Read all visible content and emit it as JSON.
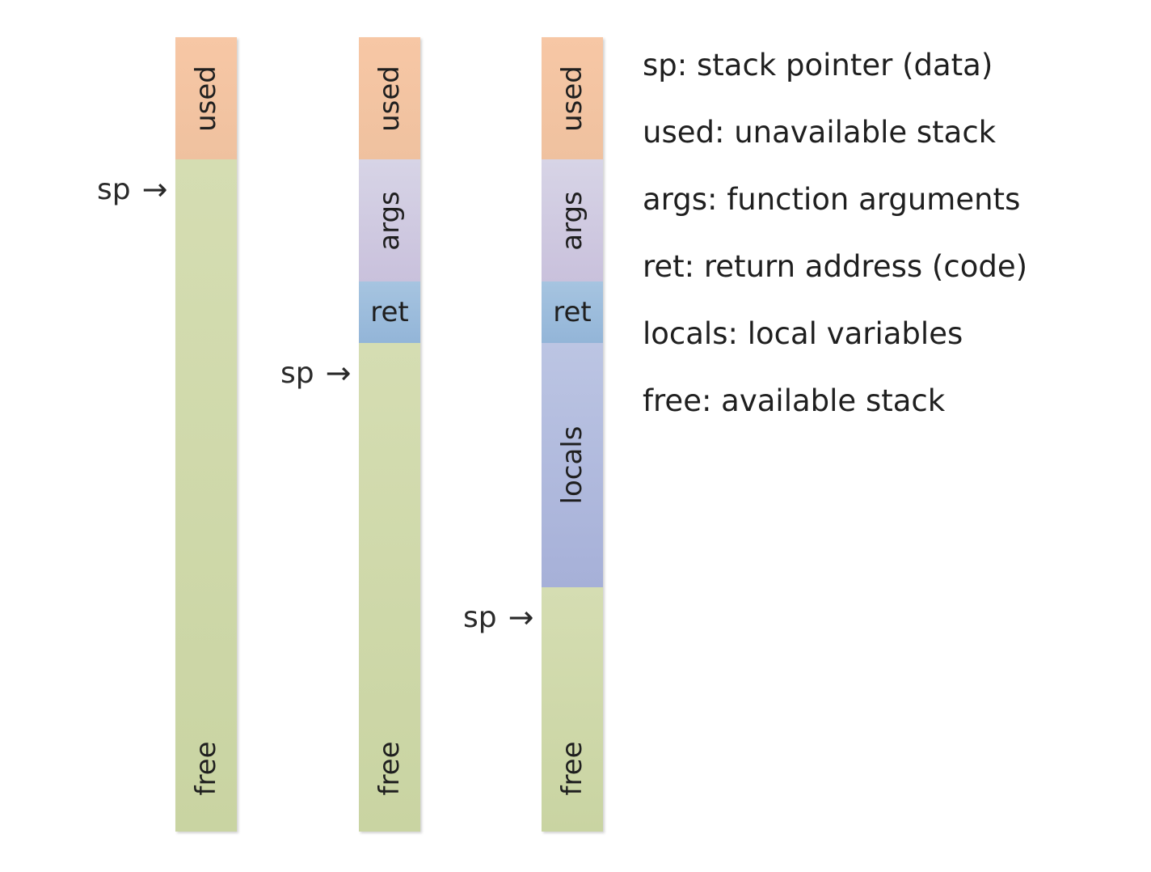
{
  "stacks": [
    {
      "segments": [
        "used",
        "free"
      ],
      "sp_label": "sp",
      "arrow": "→"
    },
    {
      "segments": [
        "used",
        "args",
        "ret",
        "free"
      ],
      "sp_label": "sp",
      "arrow": "→"
    },
    {
      "segments": [
        "used",
        "args",
        "ret",
        "locals",
        "free"
      ],
      "sp_label": "sp",
      "arrow": "→"
    }
  ],
  "legend": [
    "sp: stack pointer (data)",
    "used: unavailable stack",
    "args: function arguments",
    "ret: return address (code)",
    "locals: local variables",
    "free: available stack"
  ]
}
